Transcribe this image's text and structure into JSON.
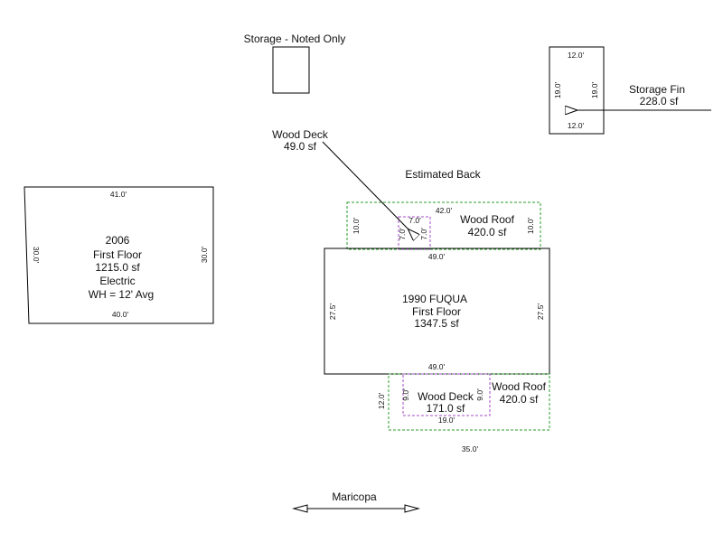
{
  "colors": {
    "line": "#000000",
    "roof_outline": "#2a9d2a",
    "deck_outline": "#a64bc9",
    "background": "#ffffff"
  },
  "top_storage": {
    "label": "Storage -  Noted Only"
  },
  "storage_fin": {
    "title": "Storage Fin",
    "area": "228.0 sf",
    "dim_top": "12.0'",
    "dim_bottom": "12.0'",
    "dim_left": "19.0'",
    "dim_right": "19.0'"
  },
  "wood_deck_small": {
    "title": "Wood Deck",
    "area": "49.0 sf",
    "dim_top": "7.0'",
    "dim_left": "7.0'",
    "dim_right": "7.0'"
  },
  "estimated_back": {
    "label": "Estimated  Back"
  },
  "wood_roof_back": {
    "title": "Wood Roof",
    "area": "420.0 sf",
    "dim_top": "42.0'",
    "dim_left": "10.0'",
    "dim_right": "10.0'"
  },
  "building_2006": {
    "year": "2006",
    "floor": "First Floor",
    "area": "1215.0 sf",
    "line4": "Electric",
    "line5": "WH = 12' Avg",
    "dim_top": "41.0'",
    "dim_bottom": "40.0'",
    "dim_left": "30.0'",
    "dim_right": "30.0'"
  },
  "main_building": {
    "name": "1990 FUQUA",
    "floor": "First Floor",
    "area": "1347.5 sf",
    "dim_top": "49.0'",
    "dim_bottom": "49.0'",
    "dim_left": "27.5'",
    "dim_right": "27.5'"
  },
  "wood_deck_front": {
    "title": "Wood Deck",
    "area": "171.0 sf",
    "dim_bottom": "19.0'",
    "dim_left": "9.0'",
    "dim_right": "9.0'"
  },
  "wood_roof_front": {
    "title": "Wood Roof",
    "area": "420.0 sf",
    "dim_bottom": "35.0'",
    "dim_left": "12.0'"
  },
  "street": {
    "label": "Maricopa"
  }
}
